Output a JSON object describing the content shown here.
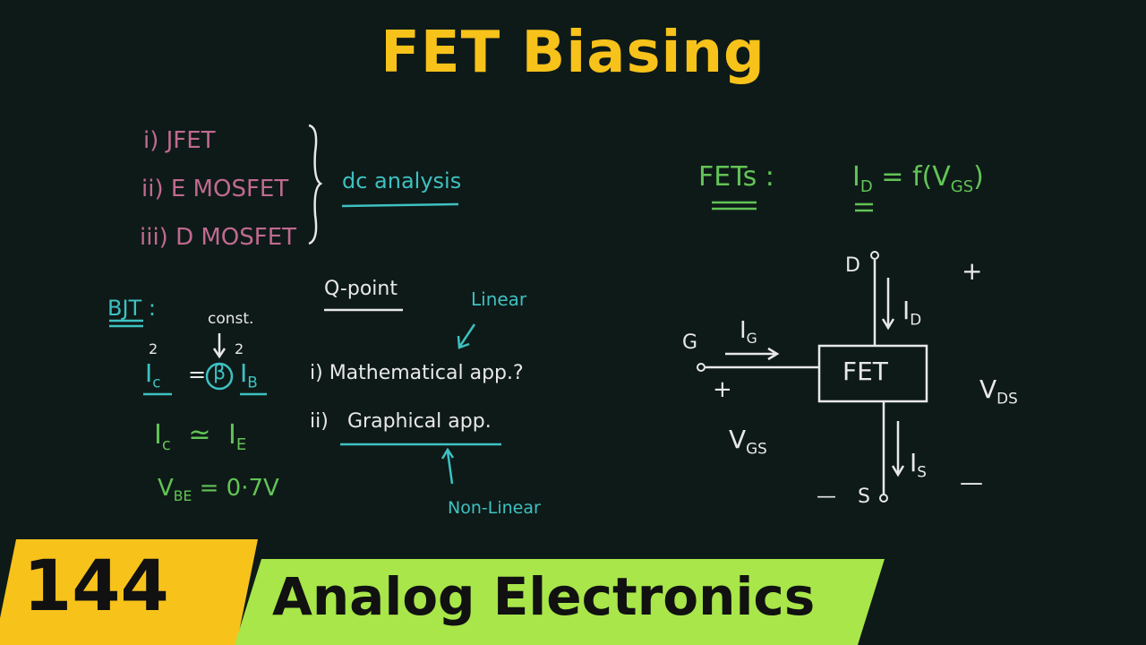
{
  "title": "FET Biasing",
  "fet_types": {
    "items": [
      "i) JFET",
      "ii) E MOSFET",
      "iii) D MOSFET"
    ],
    "brace_label": "dc analysis"
  },
  "bjt": {
    "label": "BJT :",
    "const_label": "const.",
    "sq_left": "2",
    "sq_right": "2",
    "eq_ic_left": "I",
    "eq_ic_sub": "c",
    "eq_equals": "=",
    "eq_beta": "β",
    "eq_ib": "I",
    "eq_ib_sub": "B",
    "approx_left": "I",
    "approx_left_sub": "c",
    "approx_sign": "≃",
    "approx_right": "I",
    "approx_right_sub": "E",
    "vbe_v": "V",
    "vbe_sub": "BE",
    "vbe_rest": "= 0·7V"
  },
  "qpoint": {
    "label": "Q-point",
    "linear": "Linear",
    "item1": "i) Mathematical app.?",
    "item2_num": "ii)",
    "item2_text": "Graphical app.",
    "nonlinear": "Non-Linear"
  },
  "fets_eq": {
    "label": "FETs :",
    "lhs": "I",
    "lhs_sub": "D",
    "rhs": "= f(V",
    "rhs_sub": "GS",
    "rhs_close": ")"
  },
  "circuit": {
    "box": "FET",
    "d": "D",
    "g": "G",
    "s": "S",
    "id": "I",
    "id_sub": "D",
    "ig": "I",
    "ig_sub": "G",
    "is": "I",
    "is_sub": "S",
    "plus_top": "+",
    "plus_gate": "+",
    "minus_bottom": "—",
    "minus_left": "—",
    "vds": "V",
    "vds_sub": "DS",
    "vgs": "V",
    "vgs_sub": "GS"
  },
  "footer": {
    "episode": "144",
    "series": "Analog Electronics"
  },
  "colors": {
    "background": "#0e1a18",
    "title": "#f7c21a",
    "badge": "#f7c21a",
    "banner": "#a8e64a"
  }
}
